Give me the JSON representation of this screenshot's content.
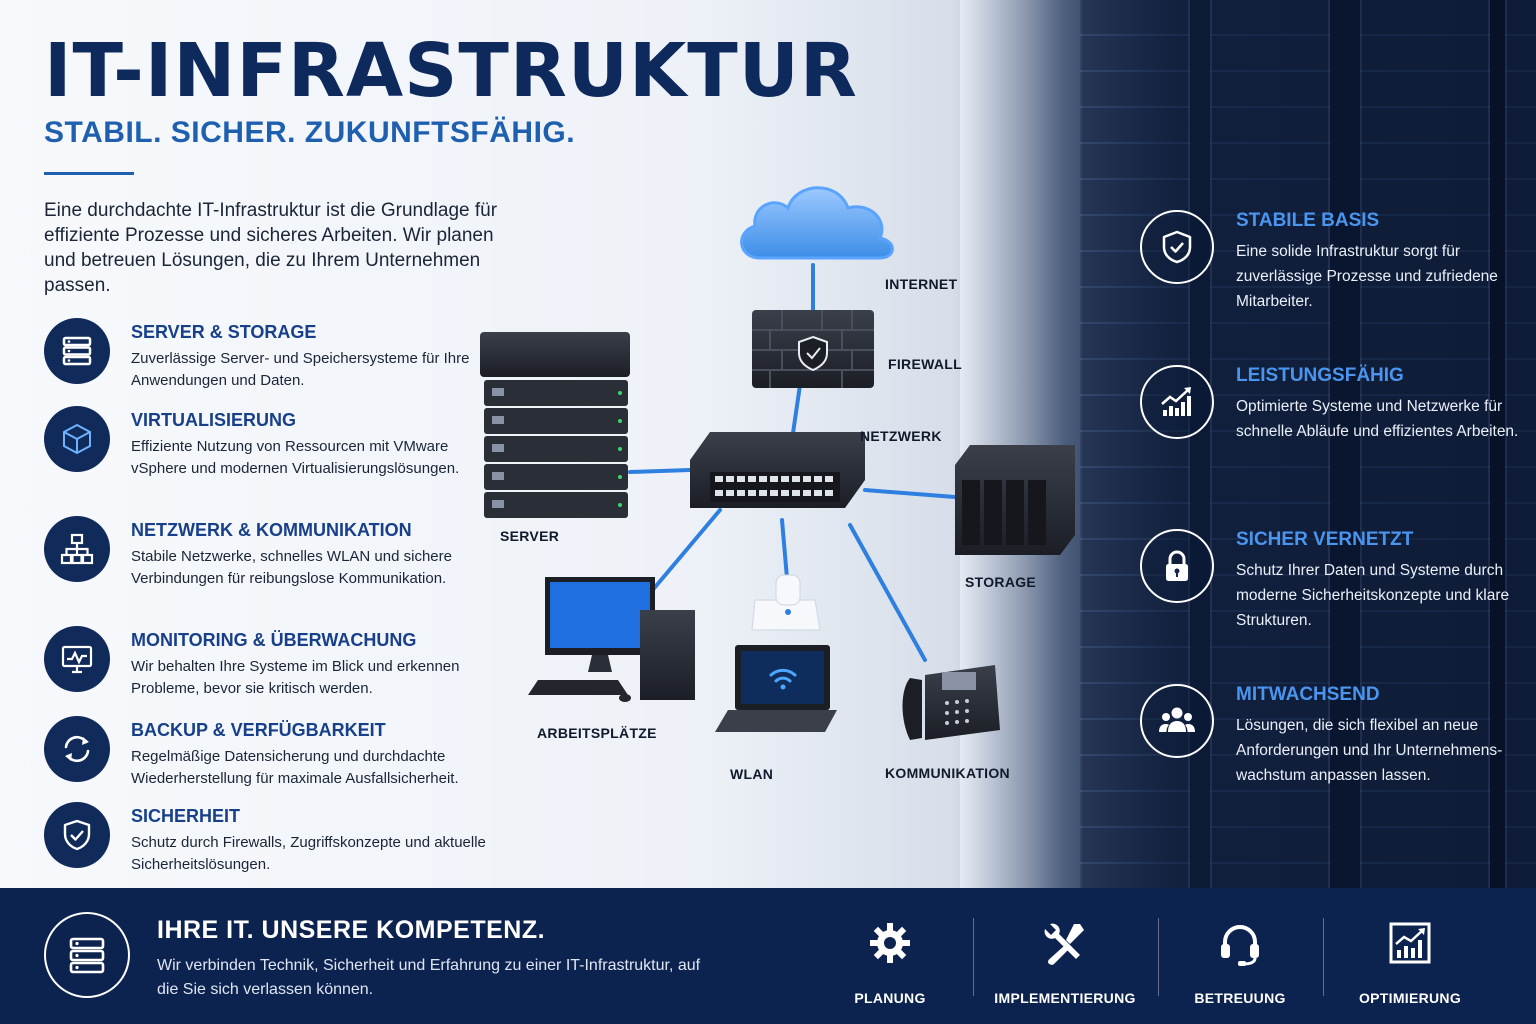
{
  "header": {
    "title": "IT-INFRASTRUKTUR",
    "subtitle": "STABIL. SICHER. ZUKUNFTSFÄHIG.",
    "intro": "Eine durchdachte IT-Infrastruktur ist die Grundlage für effiziente Prozesse und sicheres Arbeiten. Wir planen und betreuen Lösungen, die zu Ihrem Unternehmen passen."
  },
  "features": [
    {
      "title": "SERVER & STORAGE",
      "desc": "Zuverlässige Server- und Speichersysteme für Ihre Anwendungen und Daten.",
      "icon": "server-icon"
    },
    {
      "title": "VIRTUALISIERUNG",
      "desc": "Effiziente Nutzung von Ressourcen mit VMware vSphere und modernen Virtualisierungslösungen.",
      "icon": "cube-icon"
    },
    {
      "title": "NETZWERK & KOMMUNIKATION",
      "desc": "Stabile Netzwerke, schnelles WLAN und sichere Verbindungen für reibungslose Kommunikation.",
      "icon": "network-icon"
    },
    {
      "title": "MONITORING & ÜBERWACHUNG",
      "desc": "Wir behalten Ihre Systeme im Blick und erkennen Probleme, bevor sie kritisch werden.",
      "icon": "monitor-icon"
    },
    {
      "title": "BACKUP & VERFÜGBARKEIT",
      "desc": "Regelmäßige Datensicherung und durchdachte Wiederherstellung für maximale Ausfallsicherheit.",
      "icon": "refresh-icon"
    },
    {
      "title": "SICHERHEIT",
      "desc": "Schutz durch Firewalls, Zugriffskonzepte und aktuelle Sicherheitslösungen.",
      "icon": "shield-icon"
    }
  ],
  "diagram": {
    "internet": "INTERNET",
    "firewall": "FIREWALL",
    "netzwerk": "NETZWERK",
    "server": "SERVER",
    "storage": "STORAGE",
    "arbeitsplaetze": "ARBEITSPLÄTZE",
    "wlan": "WLAN",
    "kommunikation": "KOMMUNIKATION"
  },
  "benefits": [
    {
      "title": "STABILE BASIS",
      "desc": "Eine solide Infrastruktur sorgt für zuverlässige Prozesse und zufriedene Mitarbeiter.",
      "icon": "shield-check-icon"
    },
    {
      "title": "LEISTUNGSFÄHIG",
      "desc": "Optimierte Systeme und Netzwerke für schnelle Abläufe und effizientes Arbeiten.",
      "icon": "chart-up-icon"
    },
    {
      "title": "SICHER VERNETZT",
      "desc": "Schutz Ihrer Daten und Systeme durch moderne Sicherheitskonzepte und klare Strukturen.",
      "icon": "lock-icon"
    },
    {
      "title": "MITWACHSEND",
      "desc": "Lösungen, die sich flexibel an neue Anforderungen und Ihr Unternehmens-wachstum anpassen lassen.",
      "icon": "users-icon"
    }
  ],
  "footer": {
    "title": "IHRE IT. UNSERE KOMPETENZ.",
    "desc": "Wir verbinden Technik, Sicherheit und Erfahrung zu einer IT-Infrastruktur, auf die Sie sich verlassen können.",
    "services": [
      {
        "label": "PLANUNG",
        "icon": "gear-icon"
      },
      {
        "label": "IMPLEMENTIERUNG",
        "icon": "tools-icon"
      },
      {
        "label": "BETREUUNG",
        "icon": "headset-icon"
      },
      {
        "label": "OPTIMIERUNG",
        "icon": "chart-icon"
      }
    ]
  },
  "colors": {
    "navy": "#0d234f",
    "blue": "#1e5fb0",
    "accent": "#4a95ee"
  }
}
